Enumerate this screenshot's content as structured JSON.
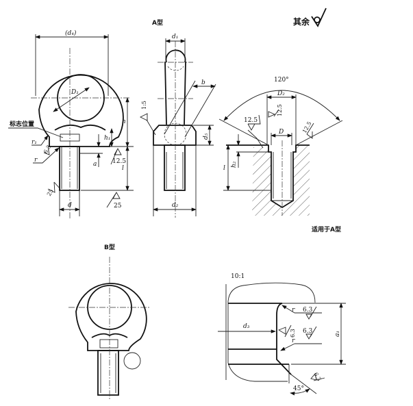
{
  "titles": {
    "type_a": "A型",
    "type_b": "B型",
    "applies_to_a": "适用于A型",
    "detail_scale": "10:1"
  },
  "general_roughness": {
    "label": "其余"
  },
  "front_view_a": {
    "d4": "(d₄)",
    "D1": "D₁",
    "mark_position": "标志位置",
    "r1": "r₁",
    "r": "r",
    "roughness_63": "6.3",
    "roughness_25_thread": "25",
    "h": "h",
    "h1": "h₁",
    "a": "a",
    "l": "l",
    "roughness_125": "12.5",
    "roughness_25": "25",
    "d": "d"
  },
  "side_view_a": {
    "d1": "d₁",
    "b": "b",
    "taper": "1:5",
    "d5": "d₅",
    "d2": "d₂"
  },
  "section_view": {
    "angle": "120°",
    "D2": "D₂",
    "roughness_125_a": "12.5",
    "roughness_125_b": "12.5",
    "roughness_125_c": "12.5",
    "D": "D",
    "l": "l",
    "h2": "h₂"
  },
  "detail_view": {
    "d3": "d₃",
    "r_top": "r",
    "r_bottom": "r",
    "roughness_63_a": "6.3",
    "roughness_63_b": "6.3",
    "roughness_63_c": "6.3",
    "roughness_63_d": "6.3",
    "a1": "a₁",
    "angle": "45°"
  }
}
